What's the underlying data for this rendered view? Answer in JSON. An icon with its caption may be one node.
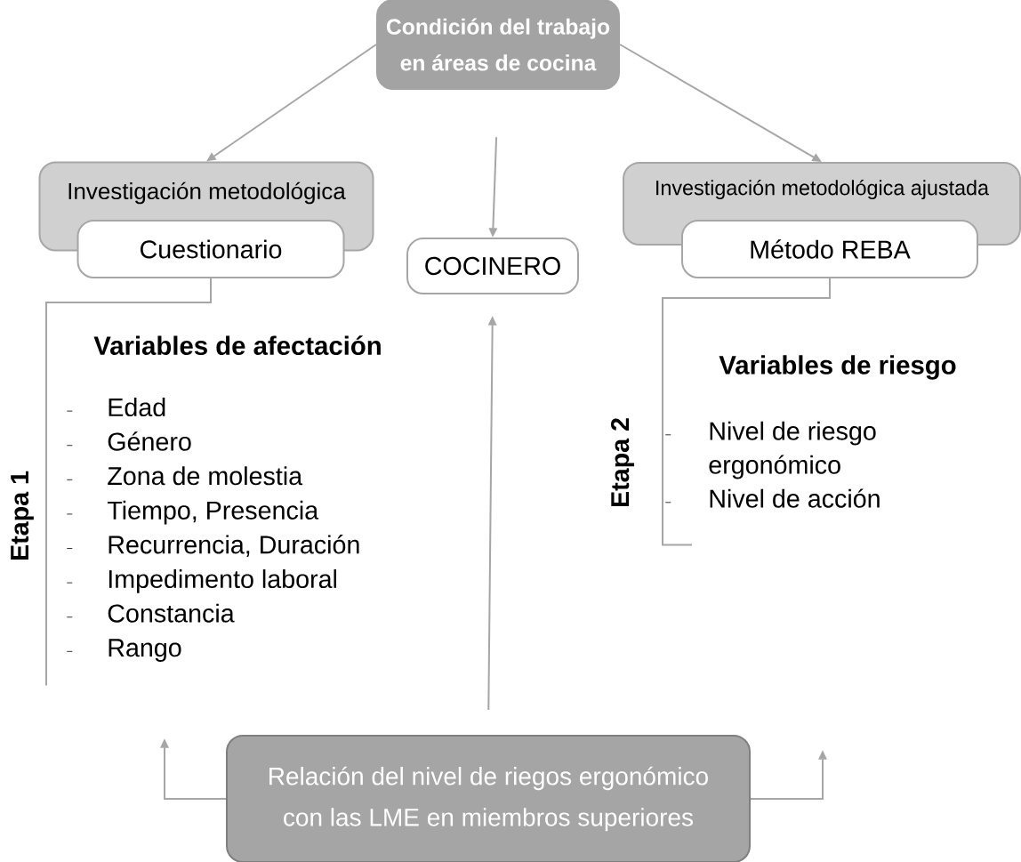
{
  "diagram": {
    "nodes": [
      {
        "text": [
          "Condición del trabajo en áreas de cocina"
        ]
      },
      {
        "text": [
          "Investigación metodológica"
        ]
      },
      {
        "text": [
          "Cuestionario"
        ]
      },
      {
        "text": [
          "COCINERO"
        ]
      },
      {
        "text": [
          "Investigación metodológica ajustada"
        ]
      },
      {
        "text": [
          "Método REBA"
        ]
      },
      {
        "text": [
          "Relación del nivel de riegos ergonómico con las LME en miembros superiores"
        ]
      },
      {
        "text": [
          "Variables de afectación",
          "Edad",
          "Género",
          "Zona de molestia",
          "Tiempo, Presencia",
          "Recurrencia, Duración",
          "Impedimento laboral",
          "Constancia",
          "Rango"
        ]
      },
      {
        "text": [
          "Variables de riesgo",
          "Nivel de riesgo ergonómico",
          "Nivel de acción"
        ]
      }
    ],
    "edges": [
      {
        "from": 0,
        "to": 1,
        "arrow": "to"
      },
      {
        "from": 0,
        "to": 3,
        "arrow": "to"
      },
      {
        "from": 0,
        "to": 4,
        "arrow": "to"
      },
      {
        "from": 2,
        "to": 7,
        "arrow": "none"
      },
      {
        "from": 5,
        "to": 8,
        "arrow": "none"
      },
      {
        "from": 6,
        "to": 3,
        "arrow": "to"
      },
      {
        "from": 6,
        "to": null,
        "arrow": "to"
      },
      {
        "from": 6,
        "to": null,
        "arrow": "to"
      }
    ],
    "labels": [
      "Etapa 1",
      "Etapa 2"
    ]
  }
}
